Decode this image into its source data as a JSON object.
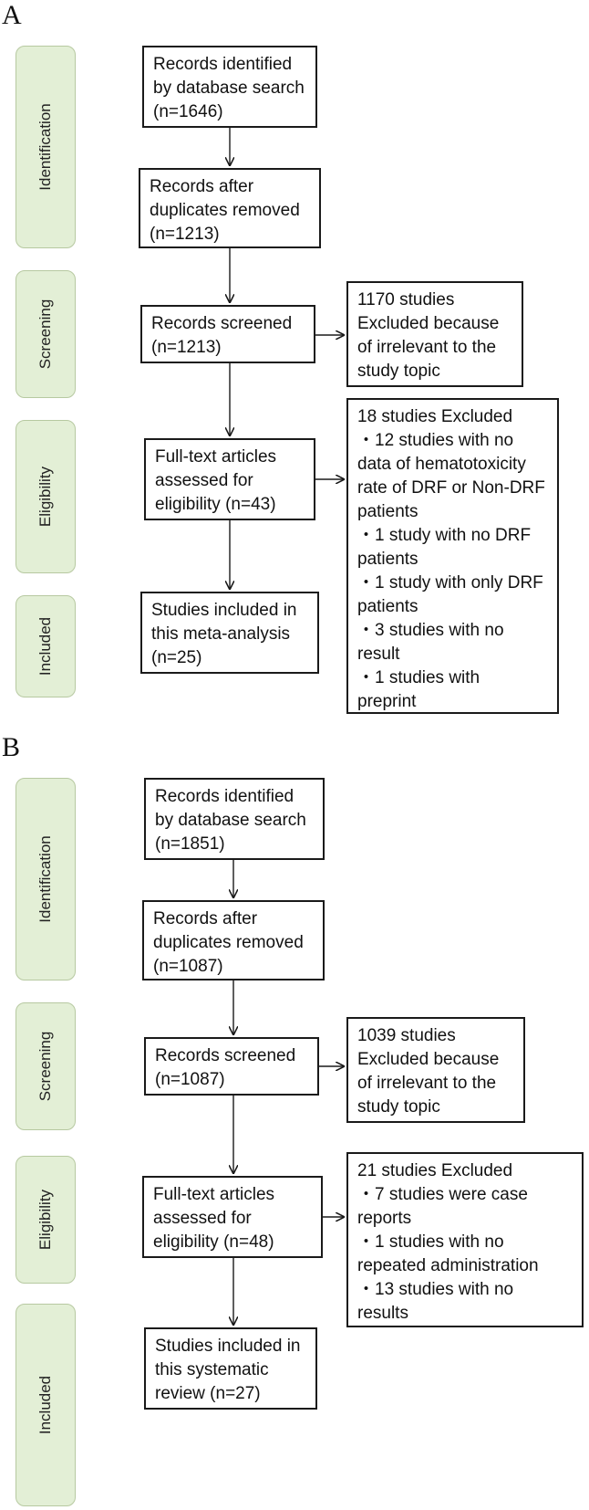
{
  "panel_a": {
    "label": "A",
    "stages": [
      "Identification",
      "Screening",
      "Eligibility",
      "Included"
    ],
    "boxes": {
      "identified": [
        "Records identified",
        "by database search",
        "(n=1646)"
      ],
      "deduplicated": [
        "Records after",
        "duplicates removed",
        "(n=1213)"
      ],
      "screened": [
        "Records screened",
        "(n=1213)"
      ],
      "fulltext": [
        "Full-text articles",
        "assessed for",
        "eligibility (n=43)"
      ],
      "included": [
        "Studies included in",
        "this meta-analysis",
        "(n=25)"
      ],
      "excluded_screen": [
        "1170 studies",
        "Excluded because",
        "of irrelevant to the",
        "study topic"
      ],
      "excluded_full": [
        "18 studies Excluded",
        "・12 studies with no",
        "data of hematotoxicity",
        "rate of DRF or Non-DRF",
        "patients",
        "・1 study with no DRF",
        "patients",
        "・1 study with only DRF",
        "patients",
        "・3 studies with no",
        "result",
        "・1 studies with",
        "preprint"
      ]
    }
  },
  "panel_b": {
    "label": "B",
    "stages": [
      "Identification",
      "Screening",
      "Eligibility",
      "Included"
    ],
    "boxes": {
      "identified": [
        "Records identified",
        "by database search",
        "(n=1851)"
      ],
      "deduplicated": [
        "Records after",
        "duplicates removed",
        "(n=1087)"
      ],
      "screened": [
        "Records screened",
        "(n=1087)"
      ],
      "fulltext": [
        "Full-text articles",
        "assessed for",
        "eligibility (n=48)"
      ],
      "included": [
        "Studies included in",
        "this systematic",
        "review (n=27)"
      ],
      "excluded_screen": [
        "1039 studies",
        "Excluded because",
        "of irrelevant to the",
        "study topic"
      ],
      "excluded_full": [
        "21 studies Excluded",
        "・7 studies were case",
        "reports",
        "・1 studies with no",
        "repeated administration",
        "・13 studies with no",
        "results"
      ]
    }
  }
}
